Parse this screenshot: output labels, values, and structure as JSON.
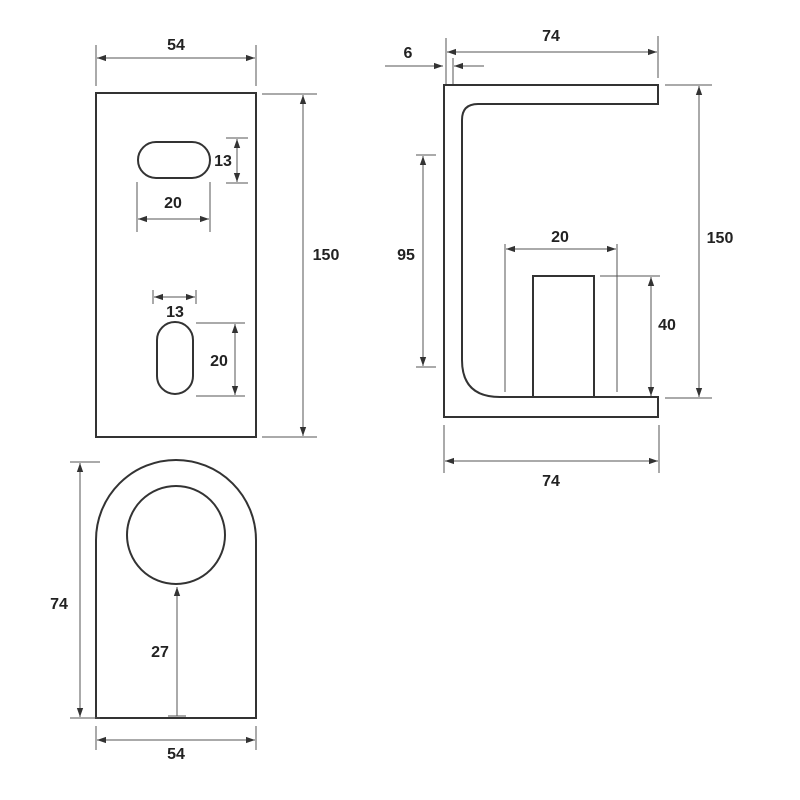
{
  "front_view": {
    "width": "54",
    "height": "150",
    "slot1_height": "13",
    "slot1_width": "20",
    "slot2_width": "13",
    "slot2_height": "20"
  },
  "bottom_view": {
    "height": "74",
    "hole_offset": "27",
    "width": "54"
  },
  "side_view": {
    "top_width": "74",
    "thickness": "6",
    "inner_height": "95",
    "block_width": "20",
    "block_height": "40",
    "height": "150",
    "bottom_width": "74"
  },
  "colors": {
    "line": "#333333",
    "dimension": "#555555"
  }
}
